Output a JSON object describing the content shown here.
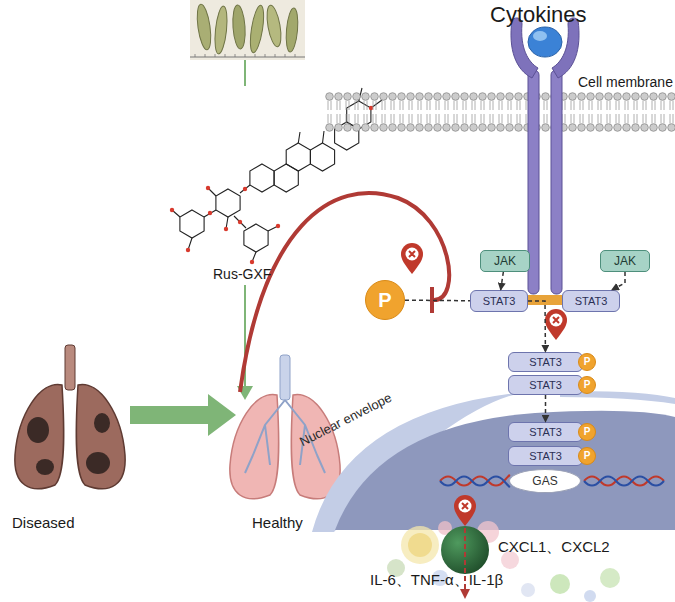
{
  "diagram": {
    "nodes": [
      {
        "text": [
          "P"
        ]
      },
      {
        "text": [
          "JAK"
        ]
      },
      {
        "text": [
          "JAK"
        ]
      },
      {
        "text": [
          "STAT3"
        ]
      },
      {
        "text": [
          "STAT3"
        ]
      },
      {
        "text": [
          "STAT3"
        ]
      },
      {
        "text": [
          "P"
        ]
      },
      {
        "text": [
          "STAT3"
        ]
      },
      {
        "text": [
          "P"
        ]
      },
      {
        "text": [
          "Nuclear envelope"
        ]
      },
      {
        "text": [
          "STAT3"
        ],
        "in": 9
      },
      {
        "text": [
          "P"
        ],
        "in": 9
      },
      {
        "text": [
          "STAT3"
        ],
        "in": 9
      },
      {
        "text": [
          "P"
        ],
        "in": 9
      },
      {
        "text": [
          "GAS"
        ],
        "in": 9
      }
    ],
    "edges": [
      {
        "from": 0,
        "to": 3,
        "arrow": "none"
      },
      {
        "from": 1,
        "to": 3,
        "arrow": "to"
      },
      {
        "from": 2,
        "to": 4,
        "arrow": "to"
      },
      {
        "from": 3,
        "to": 5,
        "arrow": "to"
      },
      {
        "from": 7,
        "to": 10,
        "arrow": "to"
      }
    ],
    "labels": [
      "Cytokines",
      "Cell membrane",
      "Rus-GXF",
      "Diseased",
      "Healthy",
      "CXCL1、CXCL2",
      "IL-6、TNF-α、IL-1β"
    ]
  }
}
